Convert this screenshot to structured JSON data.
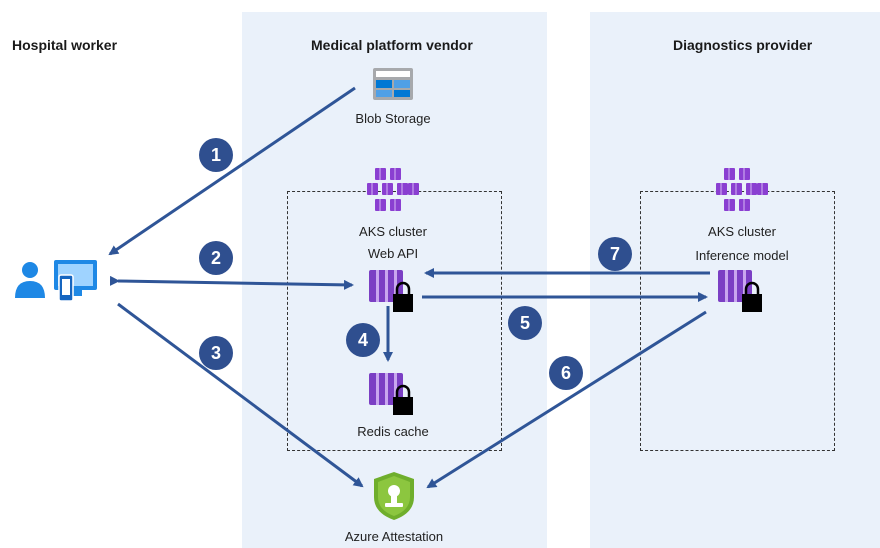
{
  "headers": {
    "hospital": "Hospital worker",
    "vendor": "Medical platform vendor",
    "diagnostics": "Diagnostics provider"
  },
  "labels": {
    "blob": "Blob Storage",
    "aks_vendor": "AKS cluster",
    "web_api": "Web API",
    "redis": "Redis cache",
    "aks_diag": "AKS cluster",
    "inference": "Inference model",
    "attestation": "Azure Attestation"
  },
  "steps": [
    "1",
    "2",
    "3",
    "4",
    "5",
    "6",
    "7"
  ],
  "colors": {
    "panel": "#eaf1fa",
    "arrow": "#2f5597",
    "badge": "#2f4f8f",
    "aks": "#8a3fd1",
    "container": "#7b3fc4",
    "attestation": "#6fae2c",
    "user": "#1e88e5"
  }
}
